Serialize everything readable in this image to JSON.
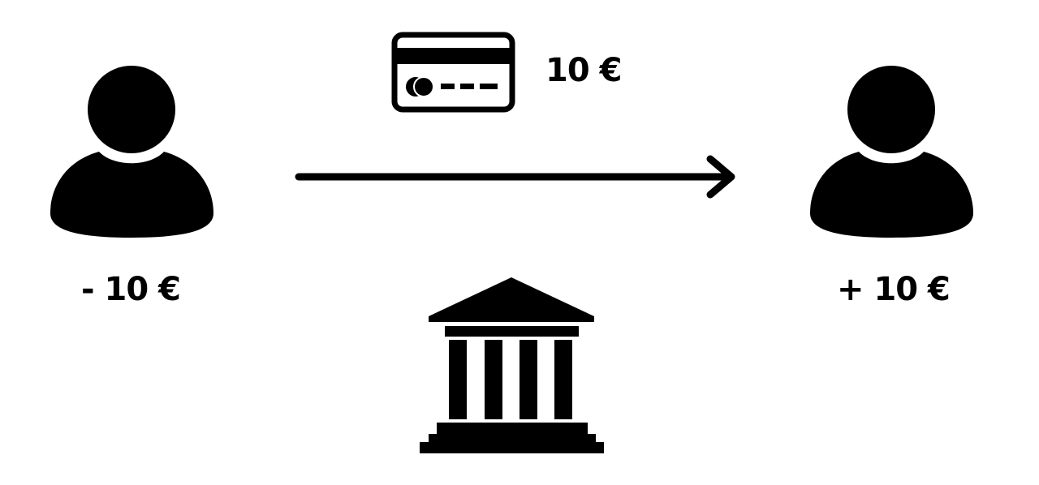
{
  "sender": {
    "icon": "person-icon",
    "amount_label": "- 10 €"
  },
  "payment": {
    "icon": "credit-card-icon",
    "amount_label": "10 €",
    "direction": "sender-to-recipient"
  },
  "recipient": {
    "icon": "person-icon",
    "amount_label": "+ 10 €"
  },
  "bank": {
    "icon": "bank-icon"
  },
  "colors": {
    "foreground": "#000000",
    "background": "#ffffff"
  }
}
